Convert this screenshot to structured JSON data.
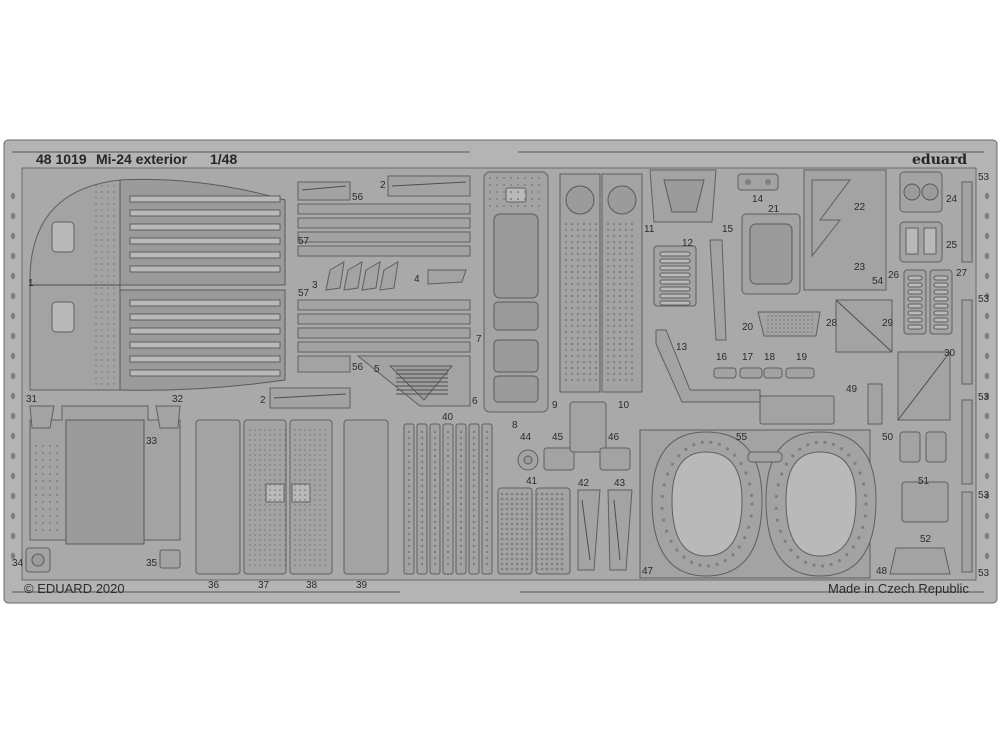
{
  "sheet": {
    "code": "48 1019",
    "name": "Mi-24 exterior",
    "scale": "1/48",
    "brand": "eduard",
    "copyright": "© EDUARD 2020",
    "origin": "Made in Czech Republic"
  },
  "colors": {
    "background": "#ffffff",
    "fret": "#a9a9a9",
    "frame": "#b4b4b4",
    "outline": "#5a5a5a",
    "text": "#2b2b2b"
  },
  "part_labels": [
    {
      "id": "p1",
      "text": "1"
    },
    {
      "id": "p2a",
      "text": "2"
    },
    {
      "id": "p2b",
      "text": "2"
    },
    {
      "id": "p3",
      "text": "3"
    },
    {
      "id": "p4",
      "text": "4"
    },
    {
      "id": "p5",
      "text": "5"
    },
    {
      "id": "p6",
      "text": "6"
    },
    {
      "id": "p7",
      "text": "7"
    },
    {
      "id": "p8",
      "text": "8"
    },
    {
      "id": "p9",
      "text": "9"
    },
    {
      "id": "p10",
      "text": "10"
    },
    {
      "id": "p11",
      "text": "11"
    },
    {
      "id": "p12",
      "text": "12"
    },
    {
      "id": "p13",
      "text": "13"
    },
    {
      "id": "p14",
      "text": "14"
    },
    {
      "id": "p15",
      "text": "15"
    },
    {
      "id": "p16",
      "text": "16"
    },
    {
      "id": "p17",
      "text": "17"
    },
    {
      "id": "p18",
      "text": "18"
    },
    {
      "id": "p19",
      "text": "19"
    },
    {
      "id": "p20",
      "text": "20"
    },
    {
      "id": "p21",
      "text": "21"
    },
    {
      "id": "p22",
      "text": "22"
    },
    {
      "id": "p23",
      "text": "23"
    },
    {
      "id": "p24",
      "text": "24"
    },
    {
      "id": "p25",
      "text": "25"
    },
    {
      "id": "p26",
      "text": "26"
    },
    {
      "id": "p27",
      "text": "27"
    },
    {
      "id": "p28",
      "text": "28"
    },
    {
      "id": "p29",
      "text": "29"
    },
    {
      "id": "p30",
      "text": "30"
    },
    {
      "id": "p31",
      "text": "31"
    },
    {
      "id": "p32",
      "text": "32"
    },
    {
      "id": "p33",
      "text": "33"
    },
    {
      "id": "p34",
      "text": "34"
    },
    {
      "id": "p35",
      "text": "35"
    },
    {
      "id": "p36",
      "text": "36"
    },
    {
      "id": "p37",
      "text": "37"
    },
    {
      "id": "p38",
      "text": "38"
    },
    {
      "id": "p39",
      "text": "39"
    },
    {
      "id": "p40",
      "text": "40"
    },
    {
      "id": "p41",
      "text": "41"
    },
    {
      "id": "p42",
      "text": "42"
    },
    {
      "id": "p43",
      "text": "43"
    },
    {
      "id": "p44",
      "text": "44"
    },
    {
      "id": "p45",
      "text": "45"
    },
    {
      "id": "p46",
      "text": "46"
    },
    {
      "id": "p47",
      "text": "47"
    },
    {
      "id": "p48",
      "text": "48"
    },
    {
      "id": "p49",
      "text": "49"
    },
    {
      "id": "p50",
      "text": "50"
    },
    {
      "id": "p51",
      "text": "51"
    },
    {
      "id": "p52",
      "text": "52"
    },
    {
      "id": "p53a",
      "text": "53"
    },
    {
      "id": "p53b",
      "text": "53"
    },
    {
      "id": "p53c",
      "text": "53"
    },
    {
      "id": "p53d",
      "text": "53"
    },
    {
      "id": "p53e",
      "text": "53"
    },
    {
      "id": "p54",
      "text": "54"
    },
    {
      "id": "p55",
      "text": "55"
    },
    {
      "id": "p56a",
      "text": "56"
    },
    {
      "id": "p56b",
      "text": "56"
    },
    {
      "id": "p57a",
      "text": "57"
    },
    {
      "id": "p57b",
      "text": "57"
    }
  ]
}
